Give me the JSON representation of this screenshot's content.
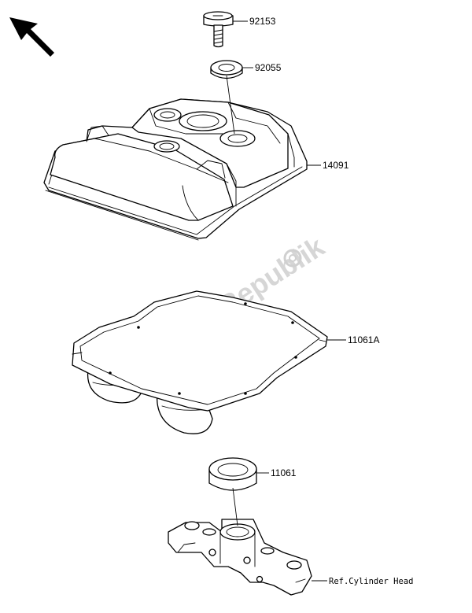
{
  "watermark": "PartsRepublik",
  "callouts": {
    "bolt": "92153",
    "washer": "92055",
    "cover": "14091",
    "gasket_outer": "11061A",
    "gasket_plug": "11061",
    "reference": "Ref.Cylinder Head"
  },
  "icons": {
    "arrow": "front-direction-arrow-icon",
    "logo": "gear-logo-icon"
  }
}
